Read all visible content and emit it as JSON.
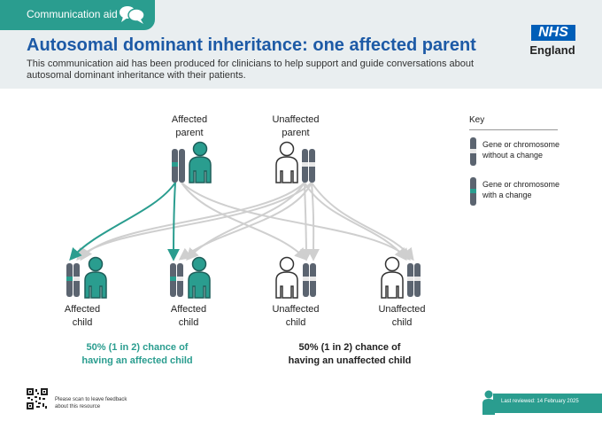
{
  "header": {
    "tag_label": "Communication aid",
    "title": "Autosomal dominant inheritance: one affected parent",
    "subtitle": "This communication aid has been produced for clinicians to help support and guide conversations about autosomal dominant inheritance with their patients.",
    "logo_text": "NHS",
    "logo_region": "England"
  },
  "parents": [
    {
      "label_line1": "Affected",
      "label_line2": "parent",
      "status": "affected"
    },
    {
      "label_line1": "Unaffected",
      "label_line2": "parent",
      "status": "unaffected"
    }
  ],
  "children": [
    {
      "label_line1": "Affected",
      "label_line2": "child",
      "status": "affected"
    },
    {
      "label_line1": "Affected",
      "label_line2": "child",
      "status": "affected"
    },
    {
      "label_line1": "Unaffected",
      "label_line2": "child",
      "status": "unaffected"
    },
    {
      "label_line1": "Unaffected",
      "label_line2": "child",
      "status": "unaffected"
    }
  ],
  "outcomes": {
    "affected_line1": "50% (1 in 2) chance of",
    "affected_line2": "having an affected child",
    "unaffected_line1": "50% (1 in 2) chance of",
    "unaffected_line2": "having an unaffected child"
  },
  "key": {
    "title": "Key",
    "item1_line1": "Gene or chromosome",
    "item1_line2": "without a change",
    "item2_line1": "Gene or chromosome",
    "item2_line2": "with a change"
  },
  "footer": {
    "feedback_line1": "Please scan to leave feedback",
    "feedback_line2": "about this resource",
    "reviewed": "Last reviewed: 14 February 2025"
  },
  "colors": {
    "teal": "#2a9d8f",
    "nhs_blue": "#005eb8",
    "title_blue": "#1d5aa6",
    "chromosome_gray": "#5b6470",
    "arrow_gray": "#cfcfcf"
  }
}
